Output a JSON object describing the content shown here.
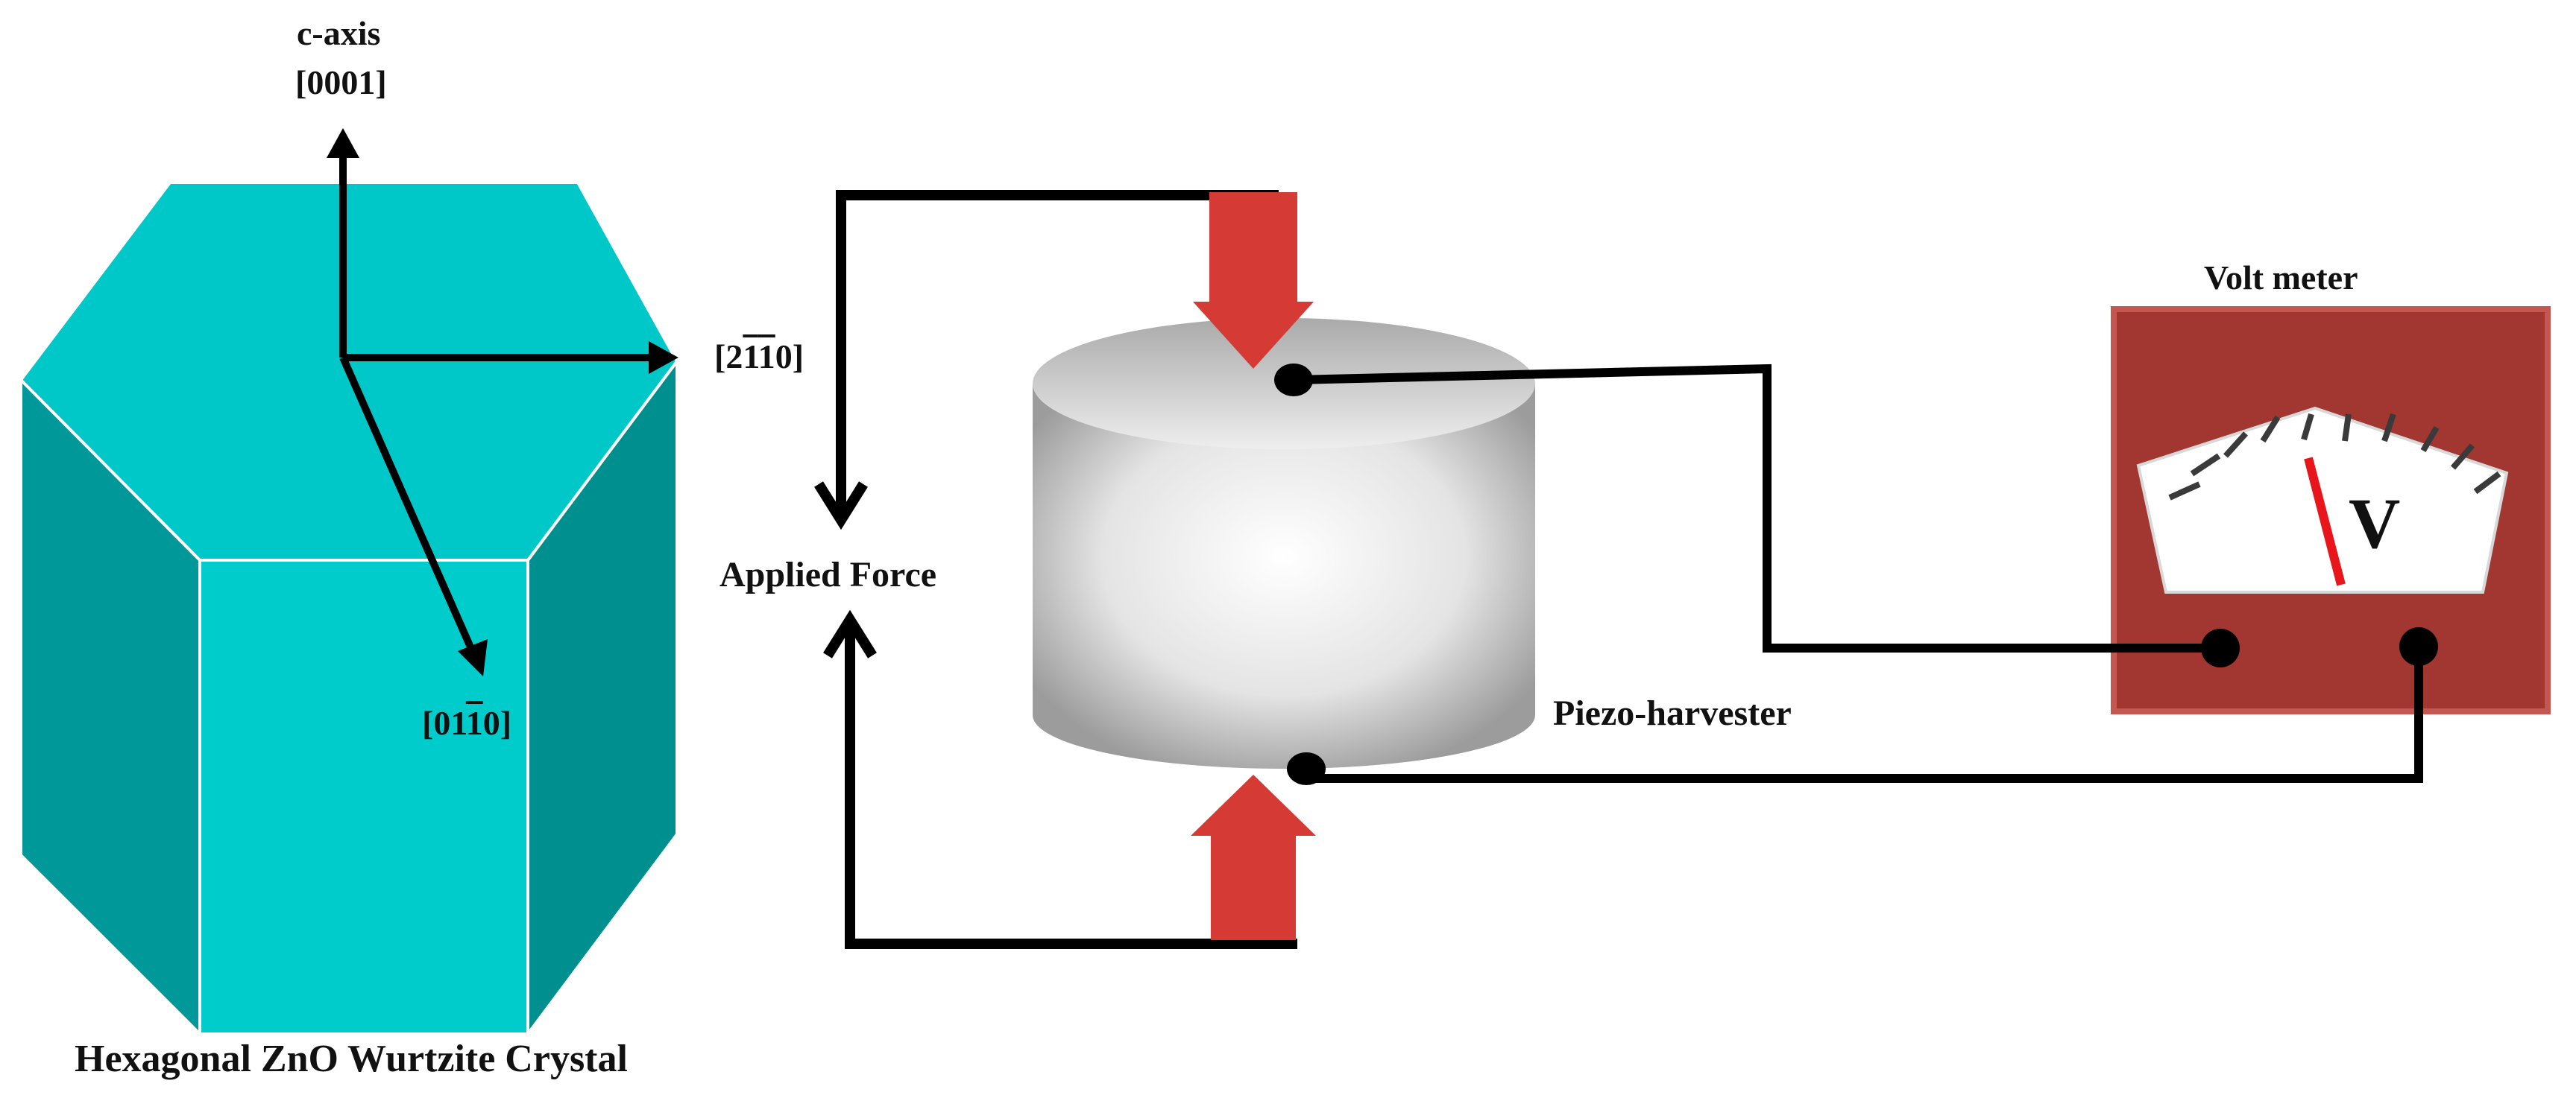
{
  "crystal": {
    "axis_title": "c-axis",
    "axis_index": "[0001]",
    "dir_a": {
      "open": "[2",
      "bar1": "1",
      "bar2": "1",
      "close": "0]"
    },
    "dir_b": {
      "open": "[01",
      "bar1": "1",
      "close": "0]"
    },
    "caption": "Hexagonal ZnO Wurtzite Crystal"
  },
  "force_label": "Applied Force",
  "harvester_label": "Piezo-harvester",
  "voltmeter": {
    "title": "Volt meter",
    "unit": "V"
  },
  "colors": {
    "crystal_top": "#00c8c8",
    "crystal_front": "#00cccc",
    "crystal_side": "#009494",
    "force_arrow": "#d63a34",
    "meter_body": "#a23630",
    "needle": "#e8151b",
    "wire": "#000000"
  }
}
